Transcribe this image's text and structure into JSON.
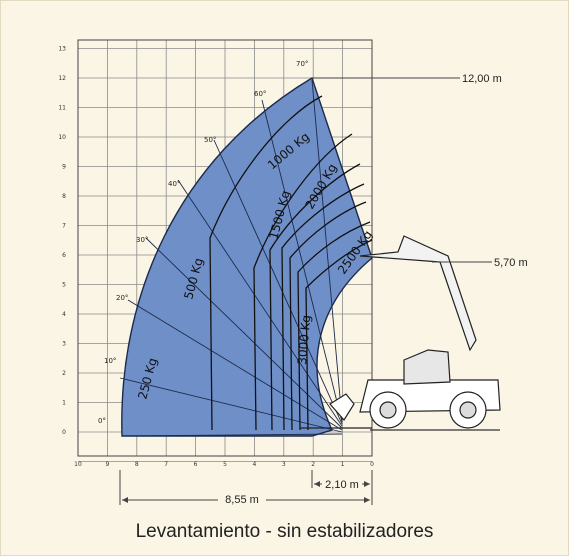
{
  "caption": "Levantamiento - sin estabilizadores",
  "callouts": {
    "height_max": "12,00 m",
    "height_forward": "5,70 m"
  },
  "dimensions": {
    "reach": "8,55 m",
    "front_offset": "2,10 m"
  },
  "y_axis": {
    "ticks": [
      "0",
      "1",
      "2",
      "3",
      "4",
      "5",
      "6",
      "7",
      "8",
      "9",
      "10",
      "11",
      "12",
      "13"
    ]
  },
  "x_axis": {
    "ticks": [
      "0",
      "1",
      "2",
      "3",
      "4",
      "5",
      "6",
      "7",
      "8",
      "9",
      "10"
    ]
  },
  "angles": [
    "0°",
    "10°",
    "20°",
    "30°",
    "40°",
    "50°",
    "60°",
    "70°"
  ],
  "load_zones": [
    "250 Kg",
    "500 Kg",
    "1000 Kg",
    "1500 Kg",
    "2000 Kg",
    "2500 Kg",
    "3000 Kg"
  ],
  "colors": {
    "envelope": "#6f8fc9",
    "grid": "#8a8a8a",
    "curve": "#111111"
  }
}
